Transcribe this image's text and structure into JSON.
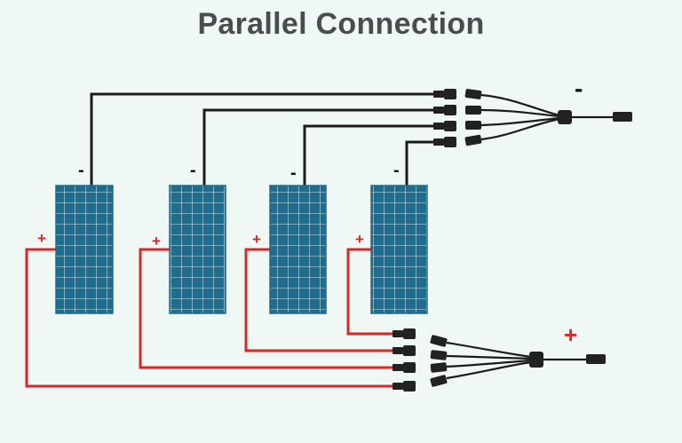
{
  "title": "Parallel Connection",
  "colors": {
    "background": "#f0f8f6",
    "panel": "#1f6d8e",
    "negative_wire": "#1b1b1b",
    "positive_wire": "#dc2626",
    "title": "#4a4d4f"
  },
  "panels": [
    {
      "id": "1",
      "minus_label": "-",
      "plus_label": "+"
    },
    {
      "id": "2",
      "minus_label": "-",
      "plus_label": "+"
    },
    {
      "id": "3",
      "minus_label": "-",
      "plus_label": "+"
    },
    {
      "id": "4",
      "minus_label": "-",
      "plus_label": "+"
    }
  ],
  "negative_branch": {
    "label": "-",
    "icon": "mc4-branch-connector-icon"
  },
  "positive_branch": {
    "label": "+",
    "icon": "mc4-branch-connector-icon"
  }
}
